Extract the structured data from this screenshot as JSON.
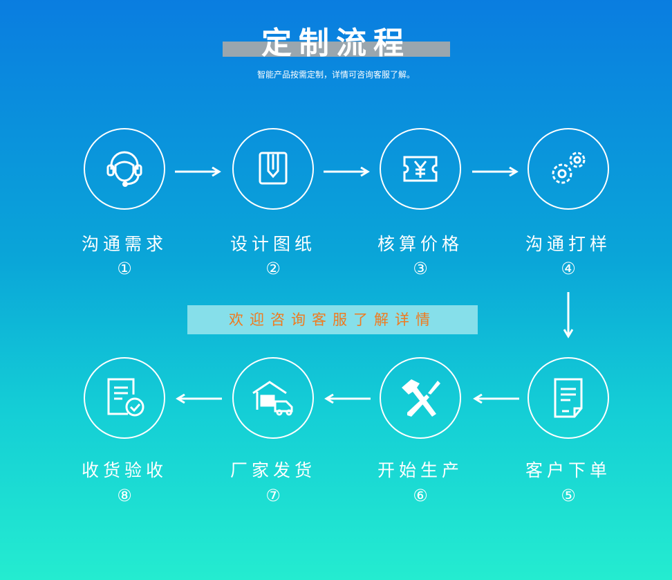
{
  "header": {
    "title": "定制流程",
    "subtitle": "智能产品按需定制，详情可咨询客服了解。"
  },
  "banner": "欢迎咨询客服了解详情",
  "steps": [
    {
      "label": "沟通需求",
      "num": "①",
      "icon": "headset-icon"
    },
    {
      "label": "设计图纸",
      "num": "②",
      "icon": "design-icon"
    },
    {
      "label": "核算价格",
      "num": "③",
      "icon": "yen-ticket-icon"
    },
    {
      "label": "沟通打样",
      "num": "④",
      "icon": "gears-icon"
    },
    {
      "label": "客户下单",
      "num": "⑤",
      "icon": "document-icon"
    },
    {
      "label": "开始生产",
      "num": "⑥",
      "icon": "tools-icon"
    },
    {
      "label": "厂家发货",
      "num": "⑦",
      "icon": "warehouse-truck-icon"
    },
    {
      "label": "收货验收",
      "num": "⑧",
      "icon": "checklist-icon"
    }
  ],
  "colors": {
    "banner_text": "#f07a1e",
    "title_bar": "#9aa6ae"
  }
}
